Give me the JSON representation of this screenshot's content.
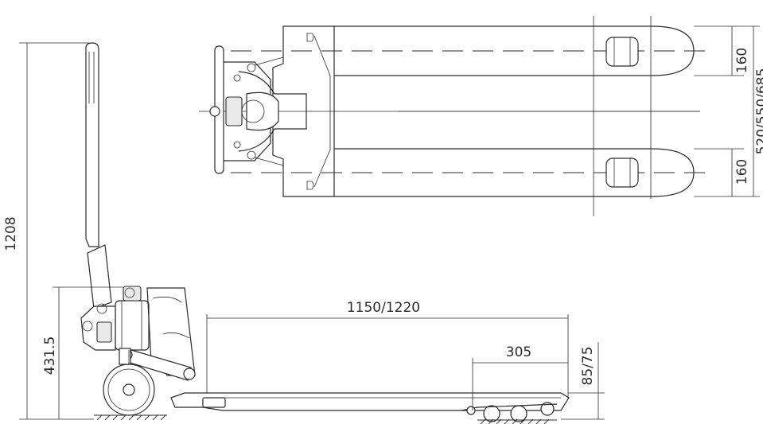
{
  "drawing": {
    "dimensions": {
      "overall_height": "1208",
      "handle_height": "431.5",
      "fork_length": "1150/1220",
      "roller_offset": "305",
      "fork_height": "85/75",
      "fork_width_top": "160",
      "fork_width_bottom": "160",
      "overall_width": "520/550/685"
    }
  }
}
